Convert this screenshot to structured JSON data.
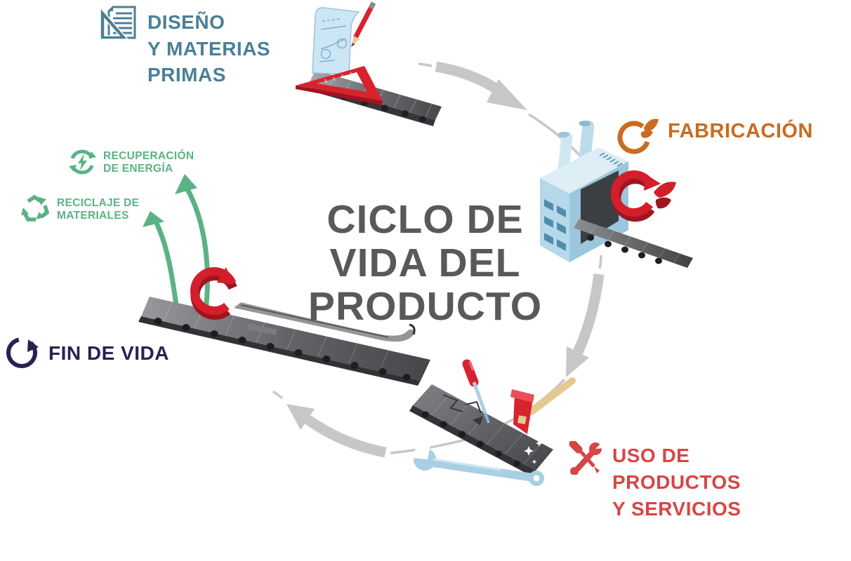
{
  "title": {
    "text": "CICLO DE\nVIDA DEL\nPRODUCTO",
    "color": "#58595b"
  },
  "stages": {
    "diseno": {
      "label": "DISEÑO\nY MATERIAS\nPRIMAS",
      "icon": "blueprint-set-square-icon",
      "color": "#4b7f96"
    },
    "fabricacion": {
      "label": "FABRICACIÓN",
      "icon": "eco-cycle-leaf-icon",
      "color": "#c96b21"
    },
    "uso": {
      "label": "USO DE\nPRODUCTOS\nY SERVICIOS",
      "icon": "crossed-tools-icon",
      "color": "#d84545"
    },
    "fin_de_vida": {
      "label": "FIN DE VIDA",
      "icon": "cycle-arrow-icon",
      "color": "#2b2053"
    },
    "recuperacion": {
      "label": "RECUPERACIÓN\nDE ENERGÍA",
      "icon": "energy-recovery-icon",
      "color": "#5bb285"
    },
    "reciclaje": {
      "label": "RECICLAJE DE\nMATERIALES",
      "icon": "recycle-icon",
      "color": "#5bb285"
    }
  },
  "illustrations": {
    "diseno": "conveyor-with-blueprint-pencil-and-set-square",
    "fabricacion": "factory-with-conveyor-and-red-eco-arrow",
    "uso": "conveyor-with-screwdriver-hammer-and-wrench",
    "fin_de_vida": "worn-conveyor-with-red-cycle-arrow"
  },
  "colors": {
    "cycle_arrows": "#c7c7c7",
    "green_arrows": "#5bb285",
    "red_accent": "#d31f2b",
    "belt_dark": "#4a4b4e",
    "factory_blue": "#b5d8ea"
  }
}
